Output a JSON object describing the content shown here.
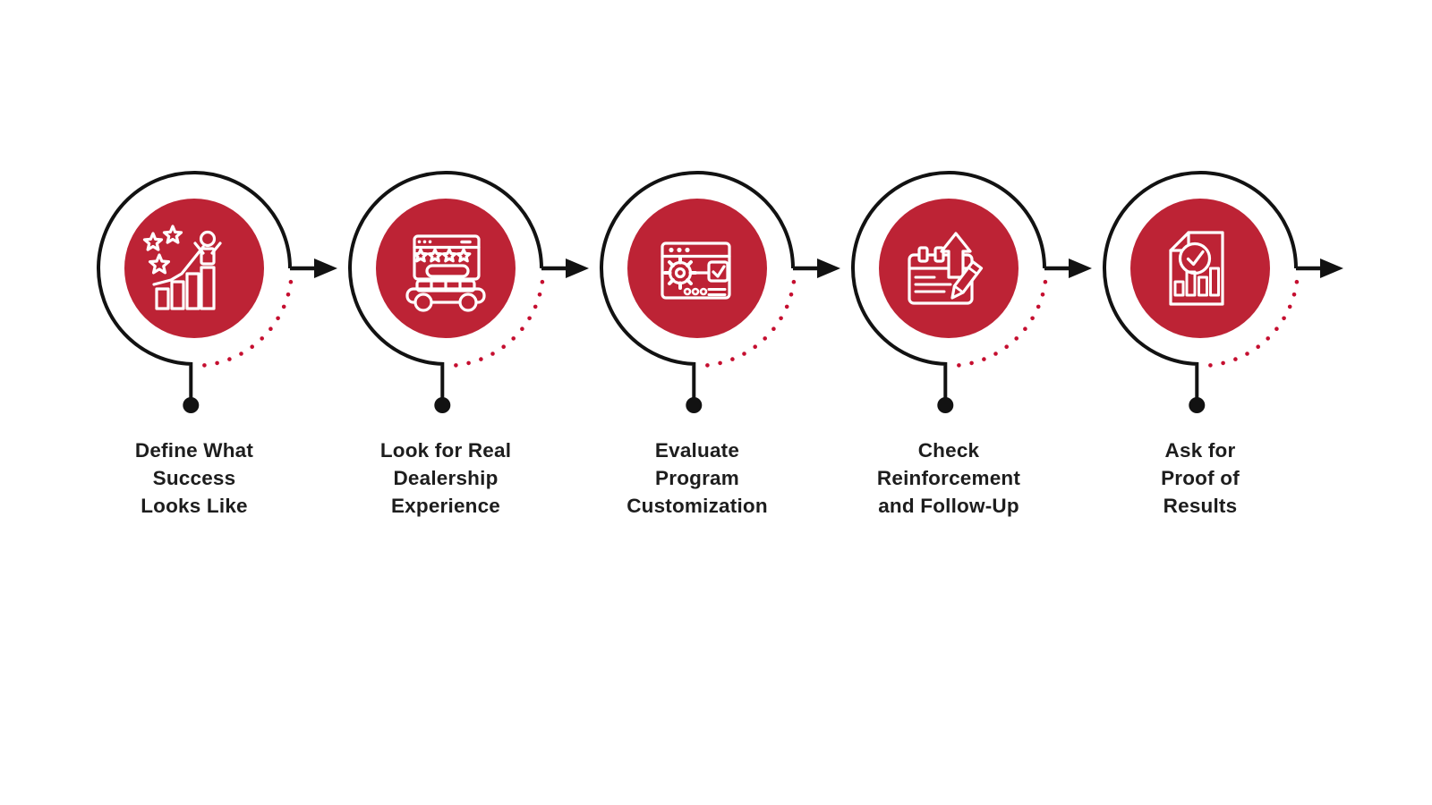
{
  "colors": {
    "background": "#FFFFFF",
    "circle_red": "#BD2335",
    "dot_red": "#C50E2F",
    "line_black": "#121212",
    "icon_white": "#FFFFFF",
    "label_color": "#1D1D1D"
  },
  "steps": [
    {
      "label": "Define What\nSuccess\nLooks Like",
      "icon": "success-stars-growth-icon"
    },
    {
      "label": "Look for Real\nDealership\nExperience",
      "icon": "dealership-storefront-car-icon"
    },
    {
      "label": "Evaluate\nProgram\nCustomization",
      "icon": "browser-gear-checkbox-icon"
    },
    {
      "label": "Check\nReinforcement\nand Follow-Up",
      "icon": "notebook-growth-arrow-pencil-icon"
    },
    {
      "label": "Ask for\nProof of\nResults",
      "icon": "report-checkmark-bar-chart-icon"
    }
  ]
}
